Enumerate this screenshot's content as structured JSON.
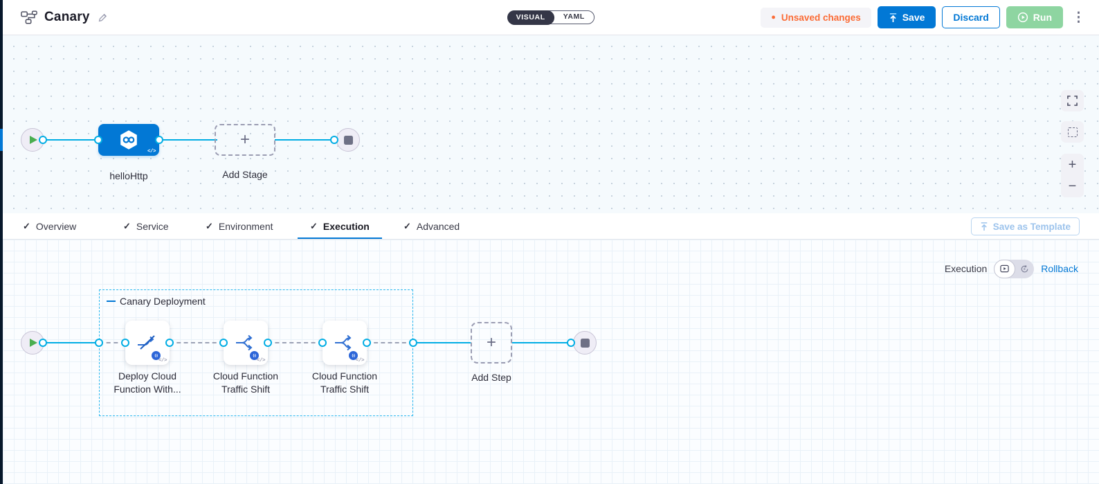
{
  "header": {
    "title": "Canary",
    "mode_toggle": {
      "visual_label": "VISUAL",
      "yaml_label": "YAML",
      "selected": "VISUAL"
    },
    "unsaved_badge": "Unsaved changes",
    "save_label": "Save",
    "discard_label": "Discard",
    "run_label": "Run"
  },
  "stage_canvas": {
    "stage_name": "helloHttp",
    "add_stage_label": "Add Stage"
  },
  "tabs": {
    "items": [
      {
        "label": "Overview",
        "active": false
      },
      {
        "label": "Service",
        "active": false
      },
      {
        "label": "Environment",
        "active": false
      },
      {
        "label": "Execution",
        "active": true
      },
      {
        "label": "Advanced",
        "active": false
      }
    ],
    "save_as_template_label": "Save as Template"
  },
  "execution_panel": {
    "mode_label": "Execution",
    "rollback_label": "Rollback",
    "group": {
      "label": "Canary Deployment",
      "steps": [
        {
          "label": "Deploy Cloud Function With..."
        },
        {
          "label": "Cloud Function Traffic Shift"
        },
        {
          "label": "Cloud Function Traffic Shift"
        }
      ]
    },
    "add_step_label": "Add Step"
  },
  "icons": {
    "check": "✓",
    "plus": "+",
    "menu_dots": "⋮",
    "status_dot": "●",
    "code": "</>",
    "badge_glyph": "(-)"
  },
  "colors": {
    "primary_blue": "#0278d5",
    "connector_cyan": "#00ade4",
    "unsaved_orange": "#fb6b35",
    "run_green": "#8ed5a1",
    "nav_dark": "#07182b"
  }
}
